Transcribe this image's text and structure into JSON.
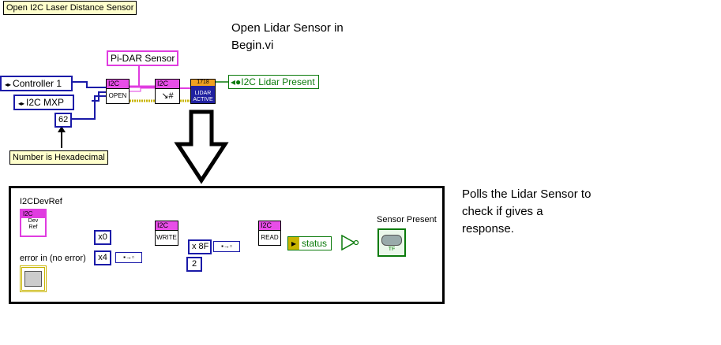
{
  "top_label": "Open I2C Laser Distance  Sensor",
  "note_open": [
    "Open Lidar Sensor in",
    "Begin.vi"
  ],
  "note_poll": [
    "Polls the Lidar Sensor to",
    "check if gives a",
    "response."
  ],
  "controls": {
    "controller": "Controller 1",
    "mxp": "I2C MXP",
    "address": "62"
  },
  "hex_note": "Number is Hexadecimal",
  "pidar_label": "Pi-DAR Sensor",
  "vis": {
    "open_hdr": "I2C",
    "open_body": "OPEN",
    "addr_hdr": "I2C",
    "lidar_num": "1718",
    "lidar_body_1": "LIDAR",
    "lidar_body_2": "ACTIVE",
    "write_hdr": "I2C",
    "write_body": "WRITE",
    "read_hdr": "I2C",
    "read_body": "READ"
  },
  "indicator_top": "I2C Lidar Present",
  "loop": {
    "devref_label": "I2CDevRef",
    "devref_hdr": "I2C",
    "devref_body_1": "Dev",
    "devref_body_2": "Ref",
    "error_label": "error in (no error)",
    "const_0": "x0",
    "const_4": "x4",
    "const_8f": "x 8F",
    "const_2": "2",
    "status_label": "status",
    "sensor_present_label": "Sensor Present",
    "tf_label": "TF"
  },
  "colors": {
    "wire_pink": "#e03ce0",
    "wire_blue": "#1a1aa8",
    "wire_yellow": "#c8b400",
    "wire_green": "#0a7a0a",
    "lidar_block": "#2020a0"
  }
}
